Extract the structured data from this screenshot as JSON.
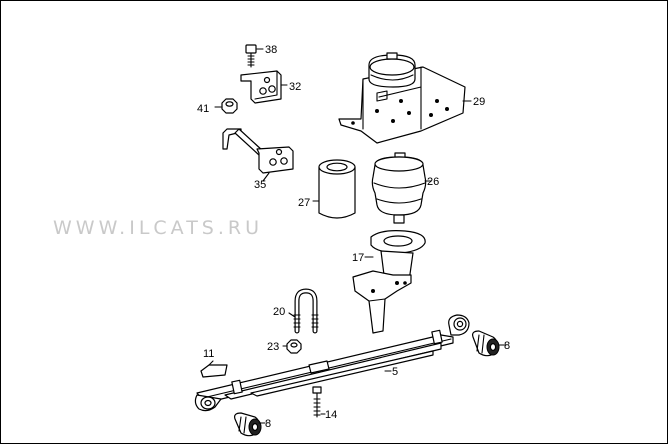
{
  "watermark": "WWW.ILCATS.RU",
  "callouts": {
    "c38": "38",
    "c32": "32",
    "c41": "41",
    "c29": "29",
    "c35": "35",
    "c26": "26",
    "c27": "27",
    "c17": "17",
    "c20": "20",
    "c23": "23",
    "c8a": "8",
    "c11": "11",
    "c5": "5",
    "c14": "14",
    "c8b": "8"
  }
}
